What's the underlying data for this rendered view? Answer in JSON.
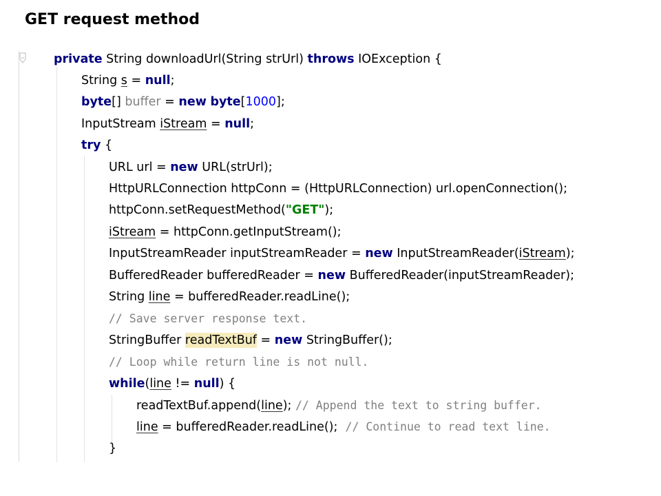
{
  "slide": {
    "title": "GET request method"
  },
  "code": {
    "l1": [
      "private",
      " String downloadUrl(String strUrl) ",
      "throws",
      " IOException {"
    ],
    "l2": [
      "String ",
      "s",
      " = ",
      "null",
      ";"
    ],
    "l3": [
      "byte",
      "[] ",
      "buffer",
      " = ",
      "new",
      " ",
      "byte",
      "[",
      "1000",
      "];"
    ],
    "l4": [
      "InputStream ",
      "iStream",
      " = ",
      "null",
      ";"
    ],
    "l5": [
      "try",
      " {"
    ],
    "l6": [
      "URL url = ",
      "new",
      " URL(strUrl);"
    ],
    "l7": [
      "HttpURLConnection httpConn = (HttpURLConnection) url.openConnection();"
    ],
    "l8": [
      "httpConn.setRequestMethod(",
      "\"GET\"",
      ");"
    ],
    "l9": [
      "iStream",
      " = httpConn.getInputStream();"
    ],
    "l10": [
      "InputStreamReader inputStreamReader = ",
      "new",
      " InputStreamReader(",
      "iStream",
      ");"
    ],
    "l11": [
      "BufferedReader bufferedReader = ",
      "new",
      " BufferedReader(inputStreamReader);"
    ],
    "l12": [
      "String ",
      "line",
      " = bufferedReader.readLine();"
    ],
    "l13": [
      "// Save server response text."
    ],
    "l14": [
      "StringBuffer ",
      "readTextBuf",
      " = ",
      "new",
      " StringBuffer();"
    ],
    "l15": [
      "// Loop while return line is not null."
    ],
    "l16": [
      "while",
      "(",
      "line",
      " != ",
      "null",
      ") {"
    ],
    "l17": [
      "readTextBuf.append(",
      "line",
      "); ",
      "// Append the text to string buffer."
    ],
    "l18": [
      "line",
      " = bufferedReader.readLine();  ",
      "// Continue to read text line."
    ],
    "l19": [
      "}"
    ]
  }
}
